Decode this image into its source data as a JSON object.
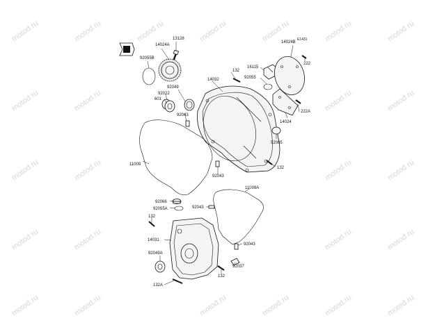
{
  "diagram_code": "E1431",
  "watermark": "motod.ru",
  "part_labels": {
    "p13128": "13128",
    "p14024A": "14024A",
    "p92055B": "92055B",
    "p14024B": "14024B",
    "p222": "222",
    "p16115": "16115",
    "p92055": "92055",
    "p132_top": "132",
    "p14032": "14032",
    "p92049": "92049",
    "p92022": "92022",
    "p601": "601",
    "p92043_a": "92043",
    "p14024": "14024",
    "p222A": "222A",
    "p52005": "52005",
    "p11009": "11009",
    "p92043_b": "92043",
    "p132_right": "132",
    "p11009A": "11009A",
    "p92066": "92066",
    "p92055A": "92055A",
    "p92043_c": "92043",
    "p132_left": "132",
    "p14031": "14031",
    "p92043_d": "92043",
    "p92049A": "92049A",
    "p92037": "92037",
    "p132_low": "132",
    "p132A": "132A"
  }
}
